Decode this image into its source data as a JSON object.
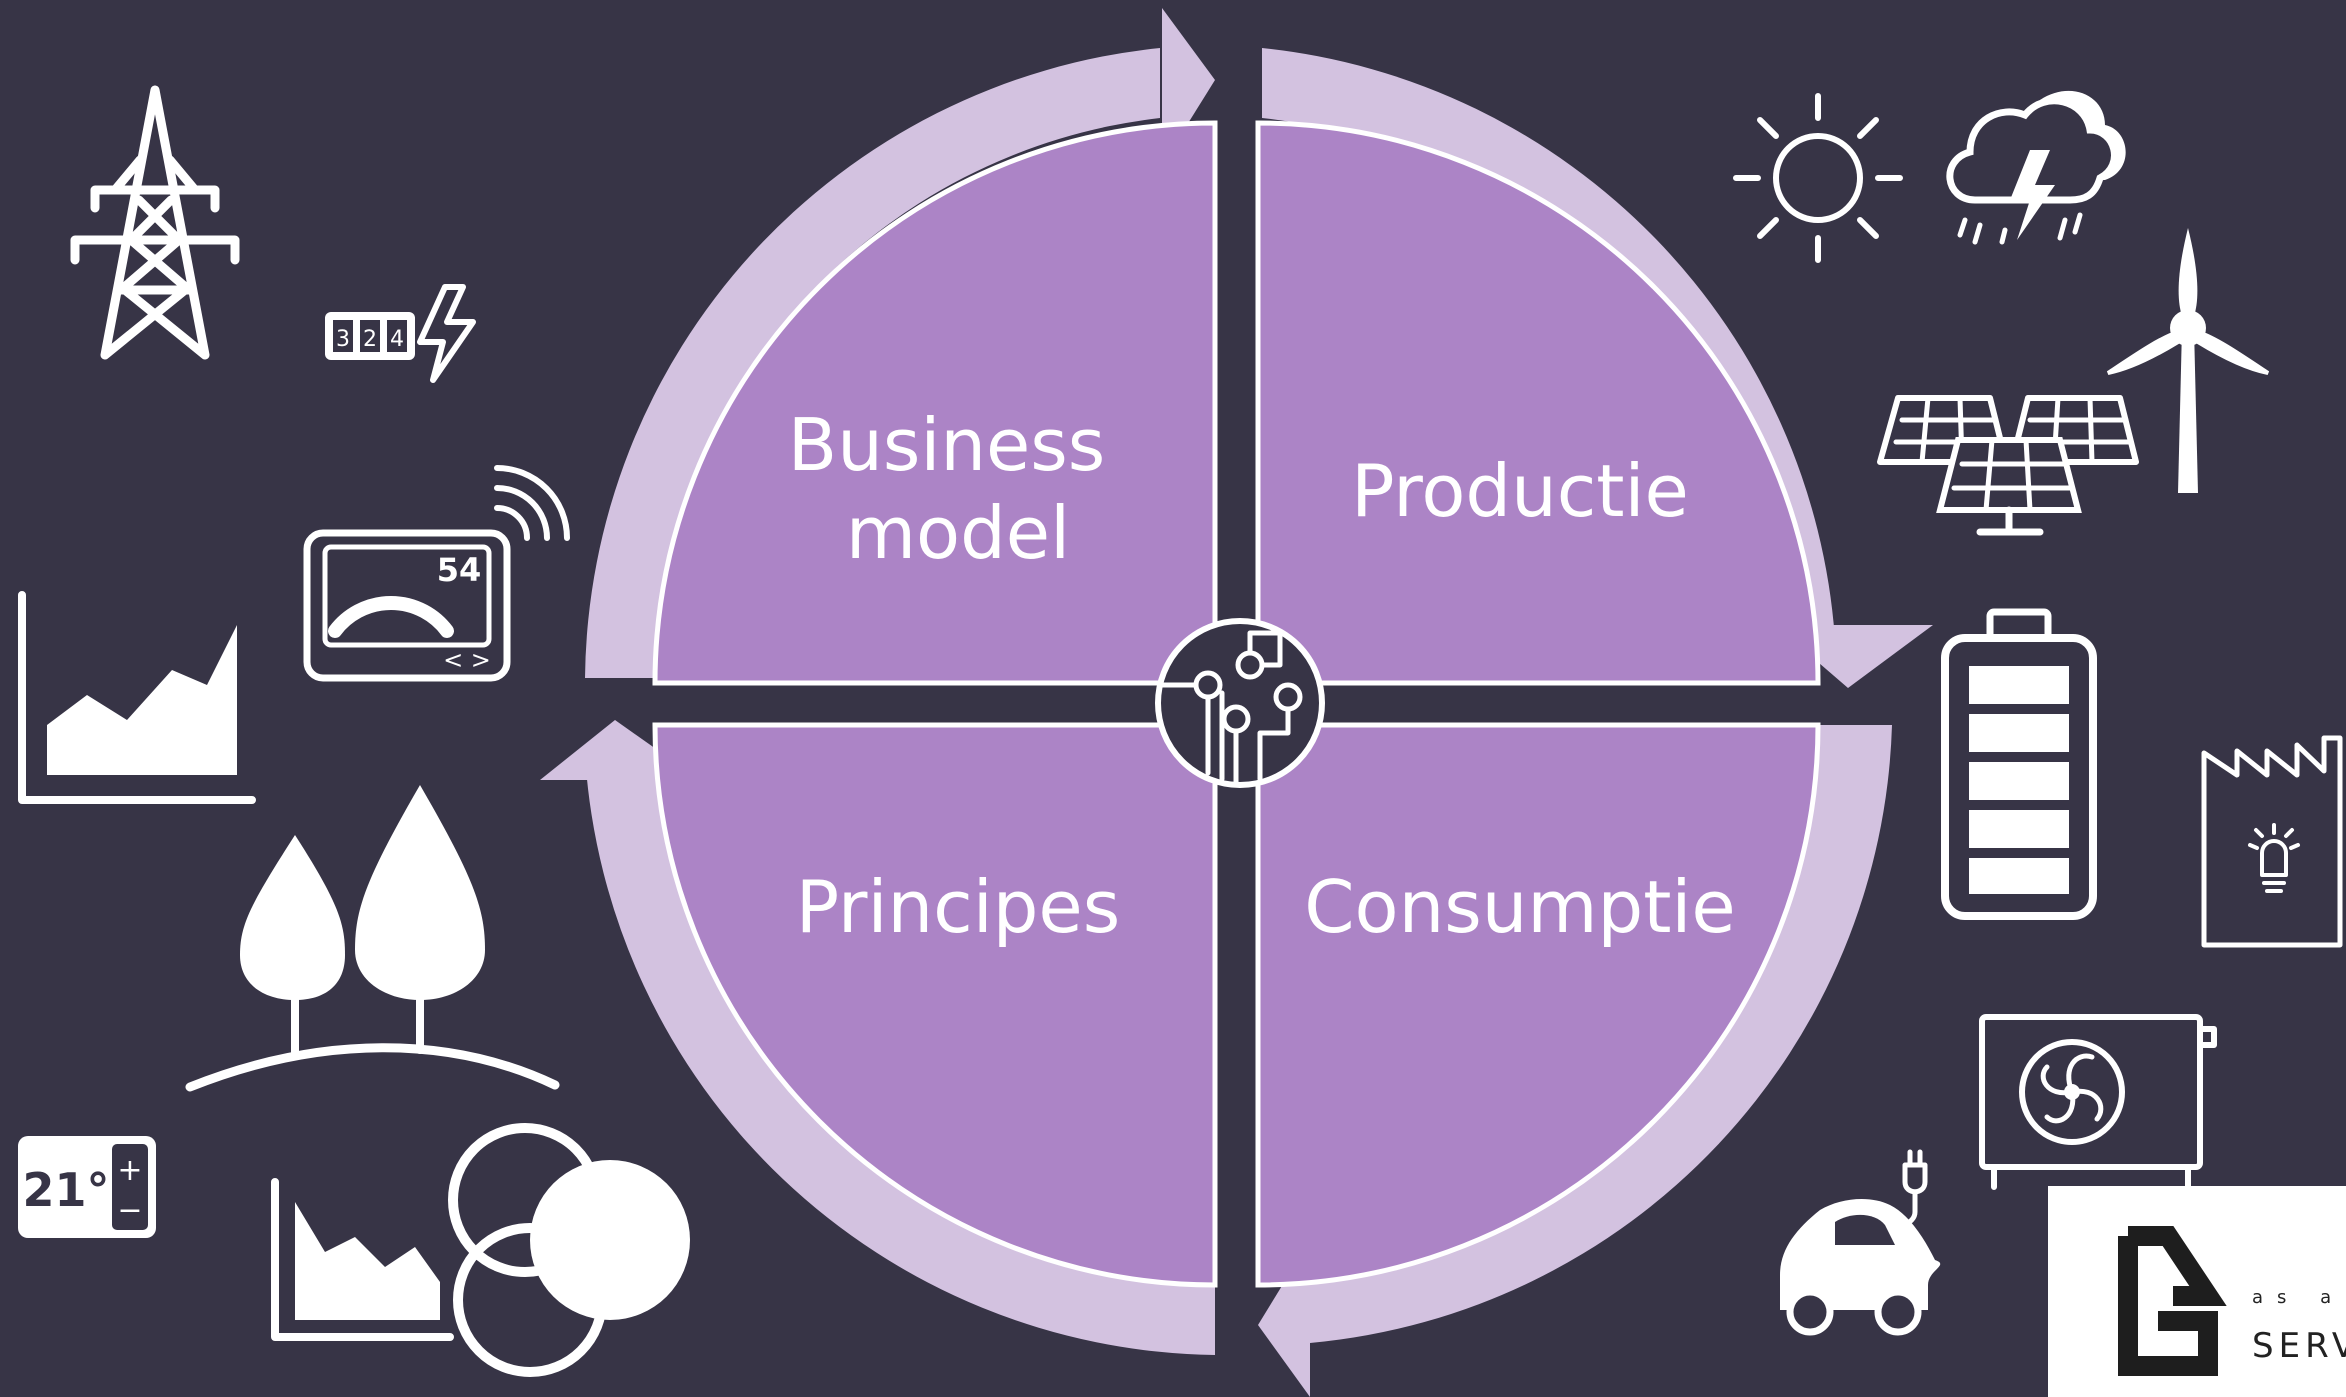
{
  "quadrants": {
    "top_left": "Business\nmodel",
    "top_right": "Productie",
    "bottom_left": "Principes",
    "bottom_right": "Consumptie"
  },
  "icons": {
    "left": [
      "power-pylon-icon",
      "electricity-meter-icon",
      "smart-meter-icon",
      "area-chart-icon",
      "trees-icon",
      "thermostat-icon",
      "emissions-chart-icon",
      "circles-icon"
    ],
    "right": [
      "sun-icon",
      "storm-cloud-icon",
      "wind-turbine-icon",
      "solar-panels-icon",
      "battery-icon",
      "factory-icon",
      "heat-pump-icon",
      "electric-car-icon"
    ],
    "center": "circuit-hub-icon"
  },
  "icon_text": {
    "meter_digits": [
      "3",
      "2",
      "4"
    ],
    "smart_meter_value": "54",
    "smart_meter_nav": "< >",
    "thermostat_value": "21°",
    "thermostat_plus": "+",
    "thermostat_minus": "−"
  },
  "logo": {
    "tagline": "as a",
    "word": "SERV"
  },
  "colors": {
    "background": "#373446",
    "quadrant_fill": "#AC84C6",
    "ring": "#D3C2E0",
    "foreground": "#FFFFFF"
  }
}
